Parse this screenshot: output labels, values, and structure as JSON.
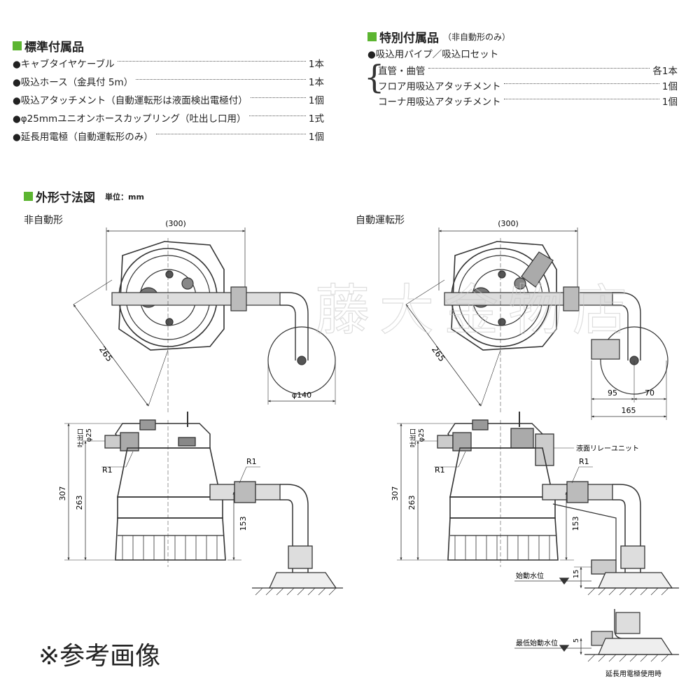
{
  "standard": {
    "title": "標準付属品",
    "items": [
      {
        "label": "●キャブタイヤケーブル",
        "qty": "1本"
      },
      {
        "label": "●吸込ホース（金具付 5m）",
        "qty": "1本"
      },
      {
        "label": "●吸込アタッチメント（自動運転形は液面検出電極付）",
        "qty": "1個"
      },
      {
        "label": "●φ25mmユニオンホースカップリング（吐出し口用）",
        "qty": "1式"
      },
      {
        "label": "●延長用電極（自動運転形のみ）",
        "qty": "1個"
      }
    ]
  },
  "special": {
    "title": "特別付属品",
    "note": "（非自動形のみ）",
    "lead": "●吸込用パイプ／吸込口セット",
    "items": [
      {
        "label": "直管・曲管",
        "qty": "各1本"
      },
      {
        "label": "フロア用吸込アタッチメント",
        "qty": "1個"
      },
      {
        "label": "コーナ用吸込アタッチメント",
        "qty": "1個"
      }
    ]
  },
  "dimensions": {
    "title": "外形寸法図",
    "unit": "単位：mm"
  },
  "left_view": {
    "label": "非自動形",
    "width": "(300)",
    "diag": "265",
    "diameter": "φ140",
    "outlet": "吐出口",
    "outlet_size": "φ25",
    "r1_a": "R1",
    "r1_b": "R1",
    "h307": "307",
    "h263": "263",
    "h153": "153"
  },
  "right_view": {
    "label": "自動運転形",
    "width": "(300)",
    "diag": "265",
    "d95": "95",
    "d70": "70",
    "d165": "165",
    "outlet": "吐出口",
    "outlet_size": "φ25",
    "relay": "液面リレーユニット",
    "r1_a": "R1",
    "r1_b": "R1",
    "h307": "307",
    "h263": "263",
    "h153": "153",
    "d15": "15",
    "d5": "5",
    "start_level": "始動水位",
    "min_level": "最低始動水位",
    "ext_note": "延長用電極使用時"
  },
  "watermark": "藤大金物店",
  "reference_note": "※参考画像"
}
